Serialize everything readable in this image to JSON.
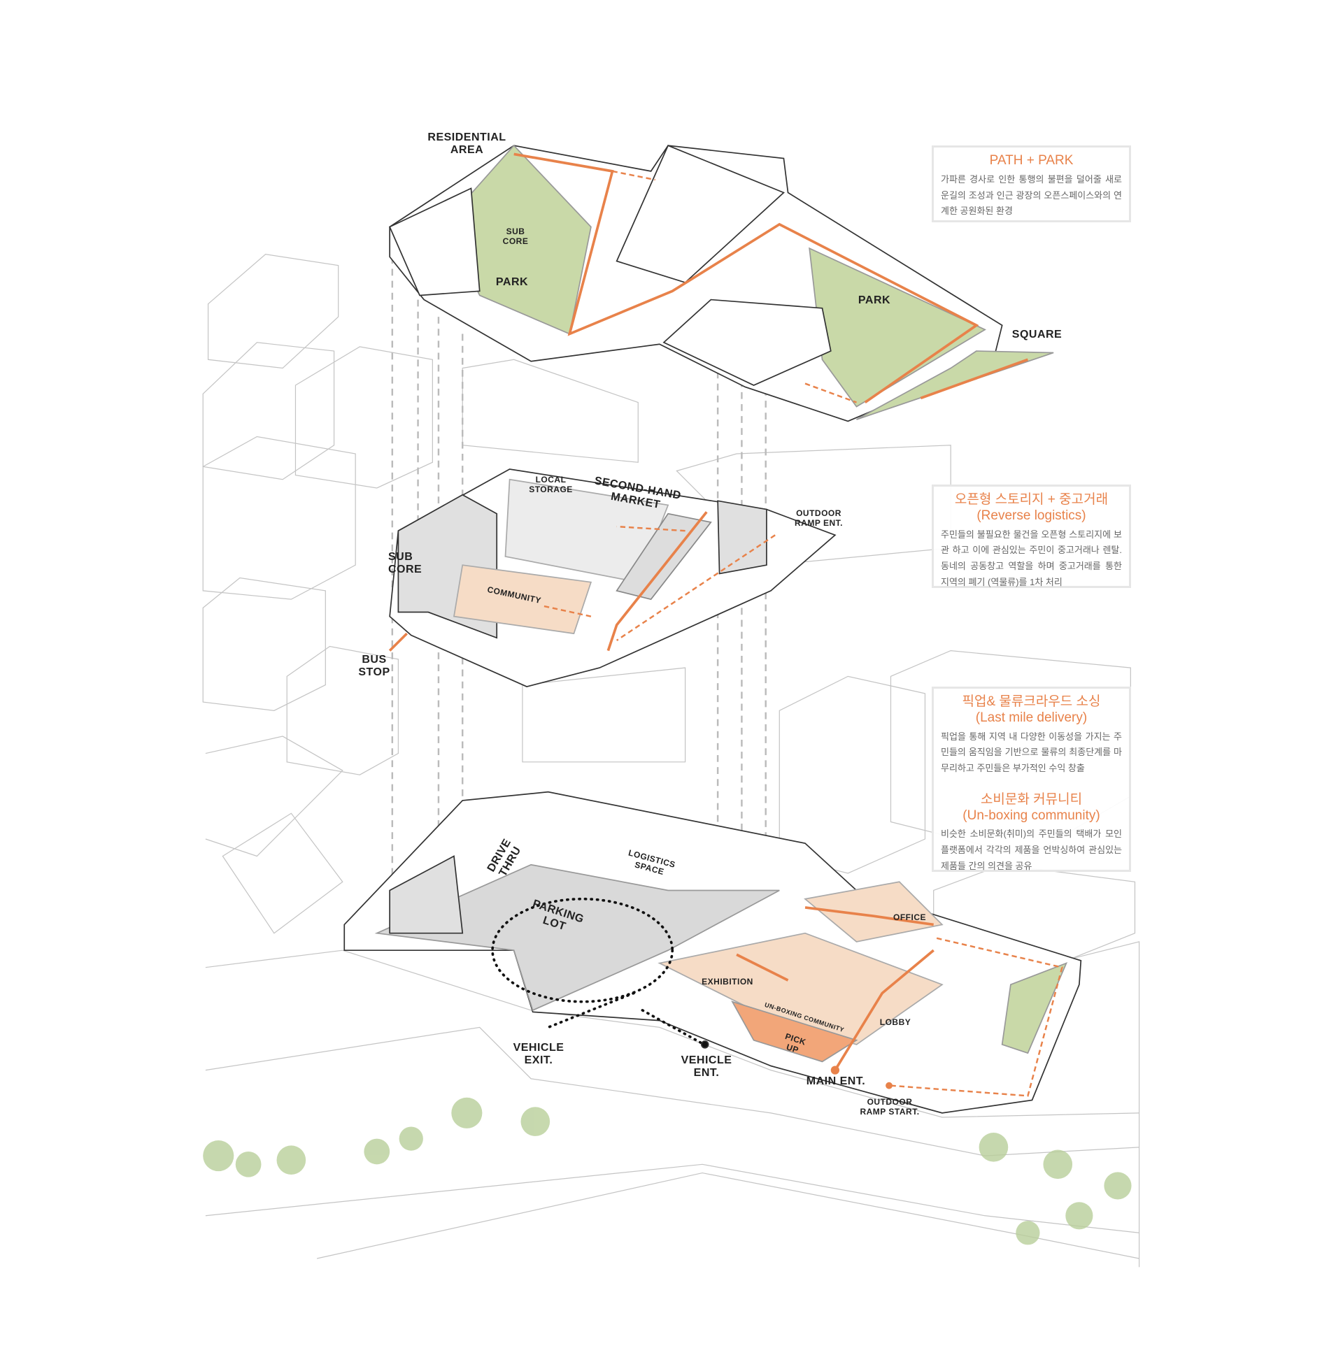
{
  "colors": {
    "accent": "#e8824a",
    "park": "#c9d9a8",
    "outline": "#bdbdbd",
    "floor": "#f6dcc6",
    "parking": "#d9d9d9"
  },
  "labels": {
    "residential_area": "RESIDENTIAL\nAREA",
    "sub_core_roof": "SUB\nCORE",
    "park_left": "PARK",
    "park_right": "PARK",
    "square": "SQUARE",
    "local_storage": "LOCAL\nSTORAGE",
    "second_hand_market": "SECOND-HAND\nMARKET",
    "outdoor_ramp_ent": "OUTDOOR\nRAMP ENT.",
    "sub_core_mid": "SUB\nCORE",
    "community": "COMMUNITY",
    "bus_stop": "BUS\nSTOP",
    "drive_thru": "DRIVE\nTHRU",
    "logistics_space": "LOGISTICS\nSPACE",
    "parking_lot": "PARKING\nLOT",
    "office": "OFFICE",
    "exhibition": "EXHIBITION",
    "lobby": "LOBBY",
    "unboxing_community": "UN-BOXING COMMUNITY",
    "pick_up": "PICK\nUP",
    "vehicle_exit": "VEHICLE\nEXIT.",
    "vehicle_ent": "VEHICLE\nENT.",
    "main_ent": "MAIN ENT.",
    "outdoor_ramp_start": "OUTDOOR\nRAMP START."
  },
  "info": {
    "path_park": {
      "title": "PATH + PARK",
      "body": "가파른 경사로 인한 통행의 불편을 덜어줄 새로운길의 조성과 인근 광장의 오픈스페이스와의 연계한 공원화된 환경"
    },
    "reverse": {
      "title": "오픈형 스토리지 + 중고거래",
      "subtitle": "(Reverse logistics)",
      "body": "주민들의 불필요한 물건을 오픈형 스토리지에 보관 하고 이에 관심있는 주민이 중고거래나 렌탈. 동네의 공동창고 역할을 하며 중고거래를 통한 지역의 폐기 (역물류)를 1차 처리"
    },
    "lastmile": {
      "title": "픽업& 물류크라우드 소싱",
      "subtitle": "(Last mile delivery)",
      "body": "픽업을 통해 지역 내 다양한 이동성을 가지는 주민들의 움직임을 기반으로 물류의 최종단계를 마무리하고 주민들은 부가적인 수익 창출"
    },
    "unboxing": {
      "title": "소비문화 커뮤니티",
      "subtitle": "(Un-boxing community)",
      "body": "비슷한 소비문화(취미)의 주민들의 택배가 모인 플랫폼에서 각각의 제품을 언박싱하여 관심있는 제품들 간의 의견을 공유"
    }
  }
}
